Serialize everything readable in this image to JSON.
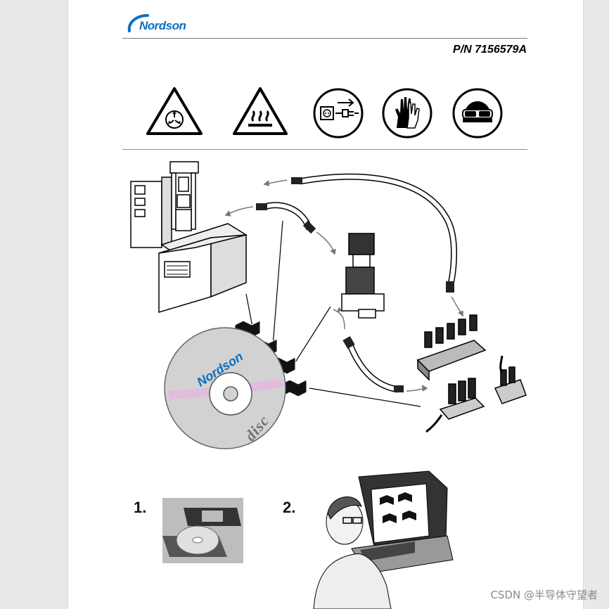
{
  "header": {
    "brand": "Nordson",
    "part_number": "P/N 7156579A"
  },
  "safety_icons": [
    {
      "name": "electrical-hazard-icon"
    },
    {
      "name": "hot-surface-icon"
    },
    {
      "name": "disconnect-power-icon"
    },
    {
      "name": "protective-gloves-icon"
    },
    {
      "name": "safety-goggles-icon"
    }
  ],
  "disc": {
    "brand": "Nordson",
    "label": "disc"
  },
  "steps": [
    {
      "number": "1."
    },
    {
      "number": "2."
    }
  ],
  "watermark": "CSDN @半导体守望者"
}
